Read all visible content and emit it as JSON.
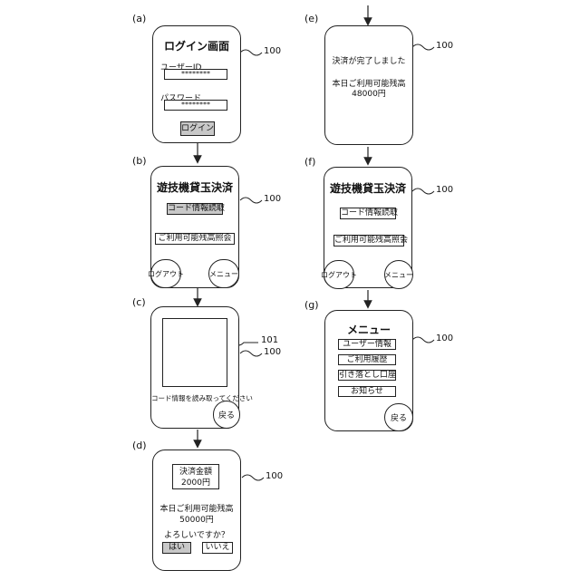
{
  "labels": {
    "a": "(a)",
    "b": "(b)",
    "c": "(c)",
    "d": "(d)",
    "e": "(e)",
    "f": "(f)",
    "g": "(g)"
  },
  "refs": {
    "device": "100",
    "code_area": "101"
  },
  "a": {
    "title": "ログイン画面",
    "user_id_label": "ユーザーID",
    "user_id_value": "********",
    "password_label": "パスワード",
    "password_value": "********",
    "login_button": "ログイン"
  },
  "b": {
    "title": "遊技機貸玉決済",
    "read_code_button": "コード情報読取",
    "balance_button": "ご利用可能残高照会",
    "logout_button": "ログアウト",
    "menu_button": "メニュー"
  },
  "c": {
    "instruction": "コード情報を読み取ってください",
    "back_button": "戻る"
  },
  "d": {
    "amount_label": "決済金額",
    "amount_value": "2000円",
    "balance_label": "本日ご利用可能残高",
    "balance_value": "50000円",
    "confirm_text": "よろしいですか？",
    "yes_button": "はい",
    "no_button": "いいえ"
  },
  "e": {
    "done_text": "決済が完了しました",
    "balance_label": "本日ご利用可能残高",
    "balance_value": "48000円"
  },
  "f": {
    "title": "遊技機貸玉決済",
    "read_code_button": "コード情報読取",
    "balance_button": "ご利用可能残高照会",
    "logout_button": "ログアウト",
    "menu_button": "メニュー"
  },
  "g": {
    "title": "メニュー",
    "items": [
      "ユーザー情報",
      "ご利用履歴",
      "引き落とし口座",
      "お知らせ"
    ],
    "back_button": "戻る"
  }
}
